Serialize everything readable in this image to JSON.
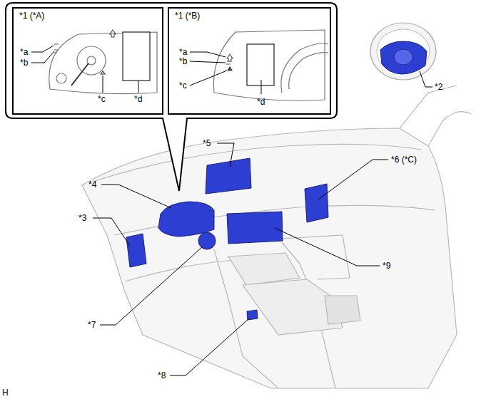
{
  "diagram": {
    "nodes": [
      {
        "text": [
          "*1 (*A)"
        ]
      },
      {
        "text": [
          "*1 (*B)"
        ]
      }
    ],
    "labels": [
      "*a",
      "*b",
      "*c",
      "*d",
      "*a",
      "*b",
      "*c",
      "*d",
      "*2",
      "*5",
      "*6 (*C)",
      "*4",
      "*3",
      "*9",
      "*7",
      "*8",
      "H"
    ]
  }
}
